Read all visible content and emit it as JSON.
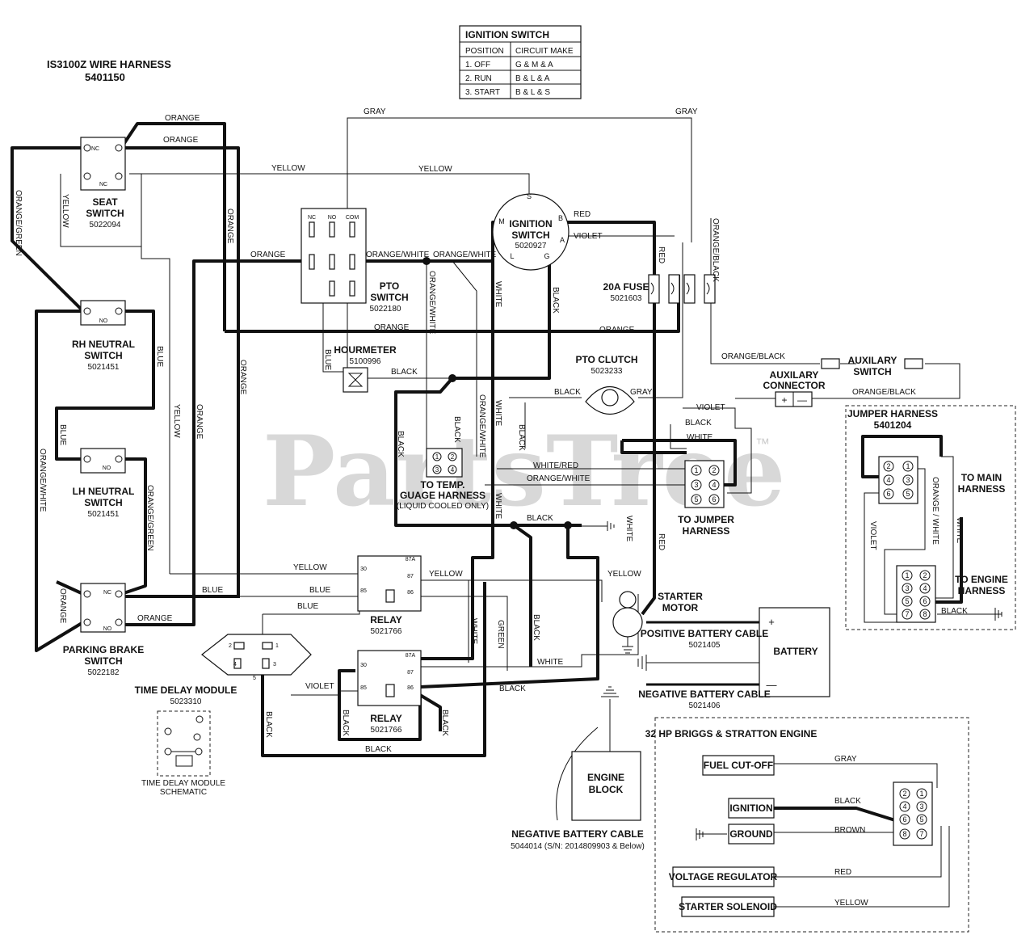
{
  "title": {
    "line1": "IS3100Z WIRE HARNESS",
    "line2": "5401150"
  },
  "watermark": "PartsTree",
  "trademark": "™",
  "ignition_table": {
    "header": "IGNITION SWITCH",
    "col1": "POSITION",
    "col2": "CIRCUIT MAKE",
    "rows": [
      {
        "pos": "1. OFF",
        "make": "G & M & A"
      },
      {
        "pos": "2. RUN",
        "make": "B & L & A"
      },
      {
        "pos": "3. START",
        "make": "B & L & S"
      }
    ]
  },
  "components": {
    "seat_switch": {
      "name1": "SEAT",
      "name2": "SWITCH",
      "pn": "5022094",
      "nc": "NC"
    },
    "rh_neutral": {
      "name1": "RH NEUTRAL",
      "name2": "SWITCH",
      "pn": "5021451",
      "no": "NO"
    },
    "lh_neutral": {
      "name1": "LH NEUTRAL",
      "name2": "SWITCH",
      "pn": "5021451",
      "no": "NO"
    },
    "parking_brake": {
      "name1": "PARKING BRAKE",
      "name2": "SWITCH",
      "pn": "5022182",
      "nc": "NC",
      "no": "NO"
    },
    "pto_switch": {
      "name1": "PTO",
      "name2": "SWITCH",
      "pn": "5022180",
      "nc": "NC",
      "no": "NO",
      "com": "COM"
    },
    "ignition_switch": {
      "name1": "IGNITION",
      "name2": "SWITCH",
      "pn": "5020927",
      "s": "S",
      "b": "B",
      "a": "A",
      "m": "M",
      "l": "L",
      "g": "G"
    },
    "fuse": {
      "name": "20A FUSE",
      "pn": "5021603"
    },
    "hourmeter": {
      "name": "HOURMETER",
      "pn": "5100996"
    },
    "pto_clutch": {
      "name": "PTO CLUTCH",
      "pn": "5023233"
    },
    "aux_connector": {
      "name1": "AUXILARY",
      "name2": "CONNECTOR"
    },
    "aux_switch": {
      "name1": "AUXILARY",
      "name2": "SWITCH"
    },
    "temp_gauge": {
      "name1": "TO TEMP.",
      "name2": "GUAGE HARNESS",
      "note": "(LIQUID COOLED ONLY)"
    },
    "to_jumper": {
      "name1": "TO JUMPER",
      "name2": "HARNESS"
    },
    "jumper_harness": {
      "name1": "JUMPER HARNESS",
      "pn": "5401204",
      "to_main1": "TO MAIN",
      "to_main2": "HARNESS",
      "to_engine1": "TO ENGINE",
      "to_engine2": "HARNESS"
    },
    "relay1": {
      "name": "RELAY",
      "pn": "5021766"
    },
    "relay2": {
      "name": "RELAY",
      "pn": "5021766"
    },
    "time_delay": {
      "name": "TIME DELAY MODULE",
      "pn": "5023310",
      "schem1": "TIME DELAY MODULE",
      "schem2": "SCHEMATIC"
    },
    "starter": {
      "name1": "STARTER",
      "name2": "MOTOR"
    },
    "battery": {
      "name": "BATTERY",
      "plus": "+",
      "minus": "—"
    },
    "pos_cable": {
      "name": "POSITIVE BATTERY CABLE",
      "pn": "5021405"
    },
    "neg_cable": {
      "name": "NEGATIVE BATTERY CABLE",
      "pn": "5021406"
    },
    "engine_block": {
      "name1": "ENGINE",
      "name2": "BLOCK"
    },
    "neg_cable2": {
      "name": "NEGATIVE BATTERY CABLE",
      "pn": "5044014 (S/N: 2014809903 & Below)"
    },
    "engine": {
      "title": "32 HP BRIGGS & STRATTON ENGINE",
      "fuel": "FUEL CUT-OFF",
      "ignition": "IGNITION",
      "ground": "GROUND",
      "vreg": "VOLTAGE REGULATOR",
      "solenoid": "STARTER SOLENOID"
    }
  },
  "wires": {
    "orange": "ORANGE",
    "gray": "GRAY",
    "yellow": "YELLOW",
    "blue": "BLUE",
    "black": "BLACK",
    "white": "WHITE",
    "red": "RED",
    "violet": "VIOLET",
    "green": "GREEN",
    "brown": "BROWN",
    "orange_green": "ORANGE/GREEN",
    "orange_white": "ORANGE/WHITE",
    "orange_black": "ORANGE/BLACK",
    "white_red": "WHITE/RED",
    "orange_slash_white": "ORANGE / WHITE"
  },
  "pins": {
    "relay": [
      "30",
      "87A",
      "87",
      "85",
      "86"
    ],
    "tdm": [
      "2",
      "1",
      "4",
      "3",
      "5"
    ]
  }
}
